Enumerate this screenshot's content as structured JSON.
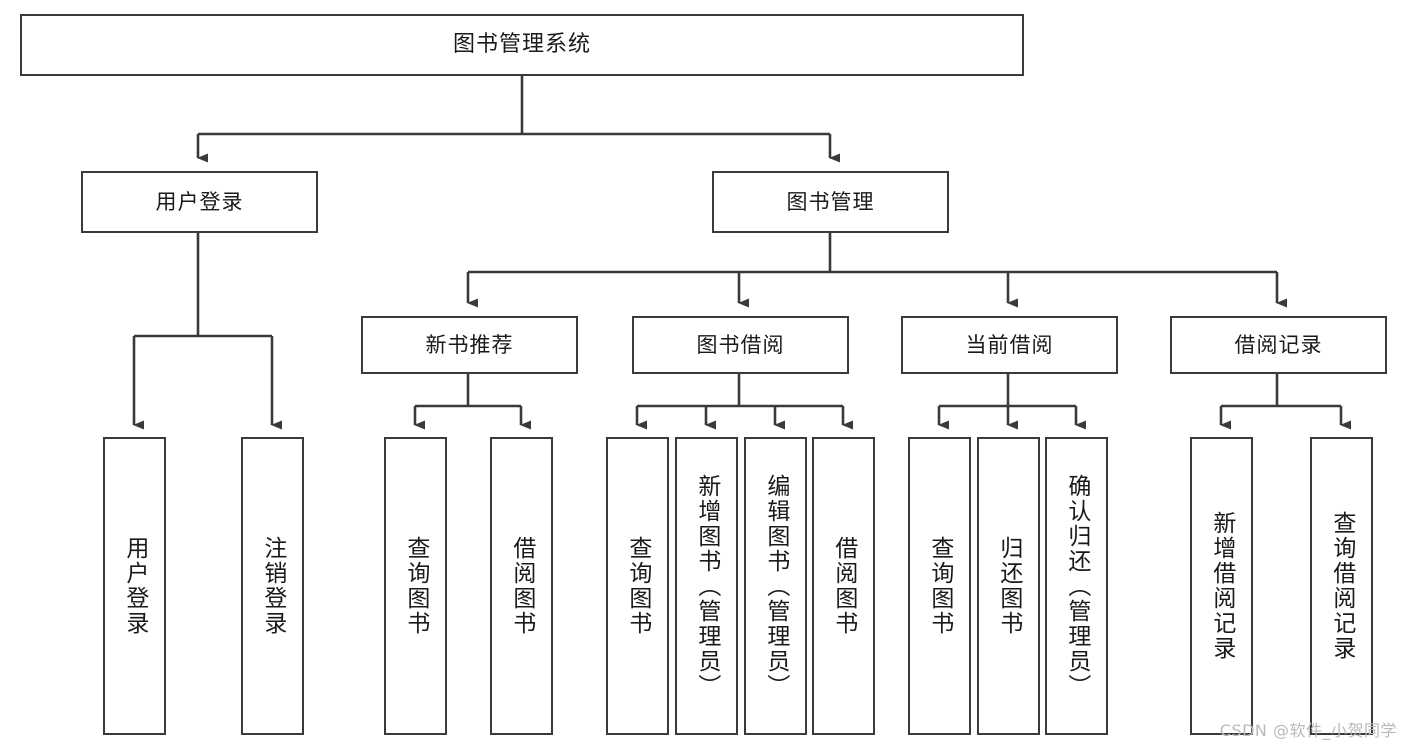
{
  "diagram": {
    "title": "图书管理系统",
    "type": "tree-hierarchy-chart",
    "watermark": "CSDN @软件_小贺同学",
    "stroke_color": "#3a3a3a",
    "fill_color": "#ffffff",
    "text_color": "#1a1a1a",
    "watermark_color": "#b9b9b9"
  },
  "nodes": {
    "root": {
      "label": "图书管理系统"
    },
    "level2": [
      {
        "label": "用户登录"
      },
      {
        "label": "图书管理"
      }
    ],
    "level3": [
      {
        "label": "新书推荐"
      },
      {
        "label": "图书借阅"
      },
      {
        "label": "当前借阅"
      },
      {
        "label": "借阅记录"
      }
    ],
    "leaves": {
      "user_login": [
        {
          "label": "用户登录"
        },
        {
          "label": "注销登录"
        }
      ],
      "new_book_recommend": [
        {
          "label": "查询图书"
        },
        {
          "label": "借阅图书"
        }
      ],
      "book_borrow": [
        {
          "label": "查询图书"
        },
        {
          "label": "新增图书（管理员）"
        },
        {
          "label": "编辑图书（管理员）"
        },
        {
          "label": "借阅图书"
        }
      ],
      "current_borrow": [
        {
          "label": "查询图书"
        },
        {
          "label": "归还图书"
        },
        {
          "label": "确认归还（管理员）"
        }
      ],
      "borrow_record": [
        {
          "label": "新增借阅记录"
        },
        {
          "label": "查询借阅记录"
        }
      ]
    }
  }
}
